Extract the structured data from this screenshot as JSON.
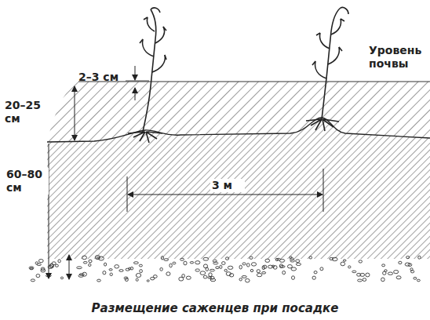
{
  "diagram": {
    "caption": "Размещение саженцев при посадке",
    "labels": [
      "2–3 см",
      "20–25 см",
      "60–80 см",
      "3 м",
      "Уровень почвы"
    ]
  }
}
